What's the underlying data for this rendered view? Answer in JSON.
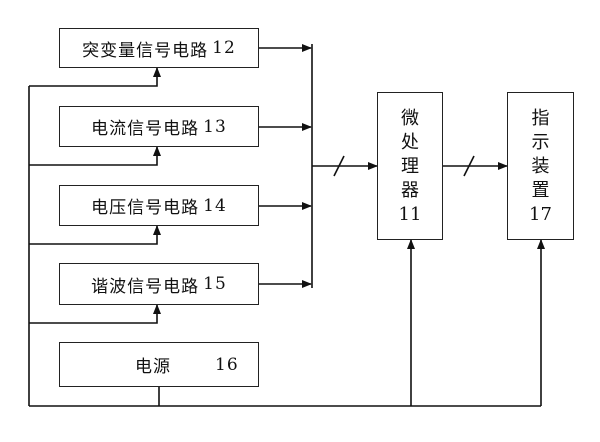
{
  "circuits": [
    {
      "label": "突变量信号电路",
      "num": "12"
    },
    {
      "label": "电流信号电路",
      "num": "13"
    },
    {
      "label": "电压信号电路",
      "num": "14"
    },
    {
      "label": "谐波信号电路",
      "num": "15"
    },
    {
      "label": "电源",
      "num": "16"
    }
  ],
  "processor": {
    "chars": [
      "微",
      "处",
      "理",
      "器"
    ],
    "num": "11"
  },
  "indicator": {
    "chars": [
      "指",
      "示",
      "装",
      "置"
    ],
    "num": "17"
  }
}
